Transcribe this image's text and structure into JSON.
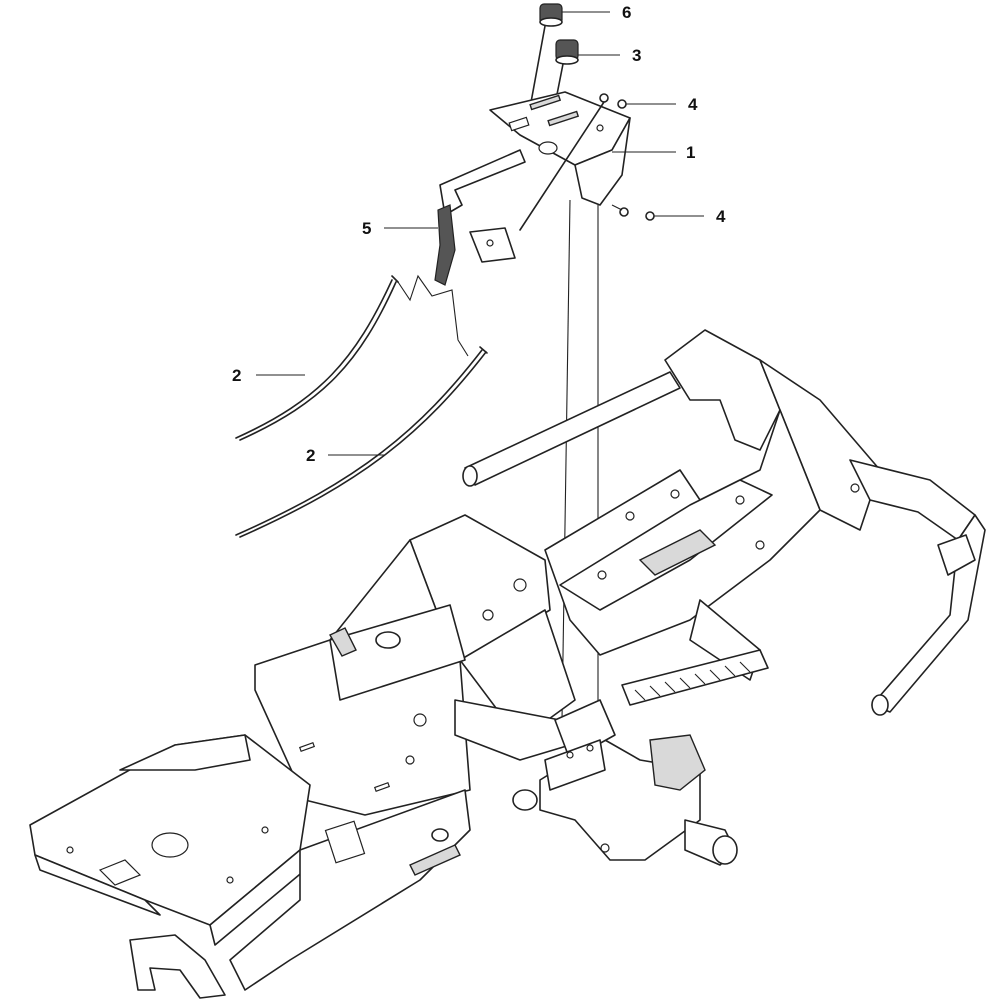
{
  "callouts": [
    {
      "id": "c6",
      "label": "6"
    },
    {
      "id": "c3",
      "label": "3"
    },
    {
      "id": "c4a",
      "label": "4"
    },
    {
      "id": "c1",
      "label": "1"
    },
    {
      "id": "c4b",
      "label": "4"
    },
    {
      "id": "c5",
      "label": "5"
    },
    {
      "id": "c2a",
      "label": "2"
    },
    {
      "id": "c2b",
      "label": "2"
    }
  ],
  "colors": {
    "line": "#222222",
    "background": "#ffffff",
    "shade": "#d9d9d9"
  }
}
